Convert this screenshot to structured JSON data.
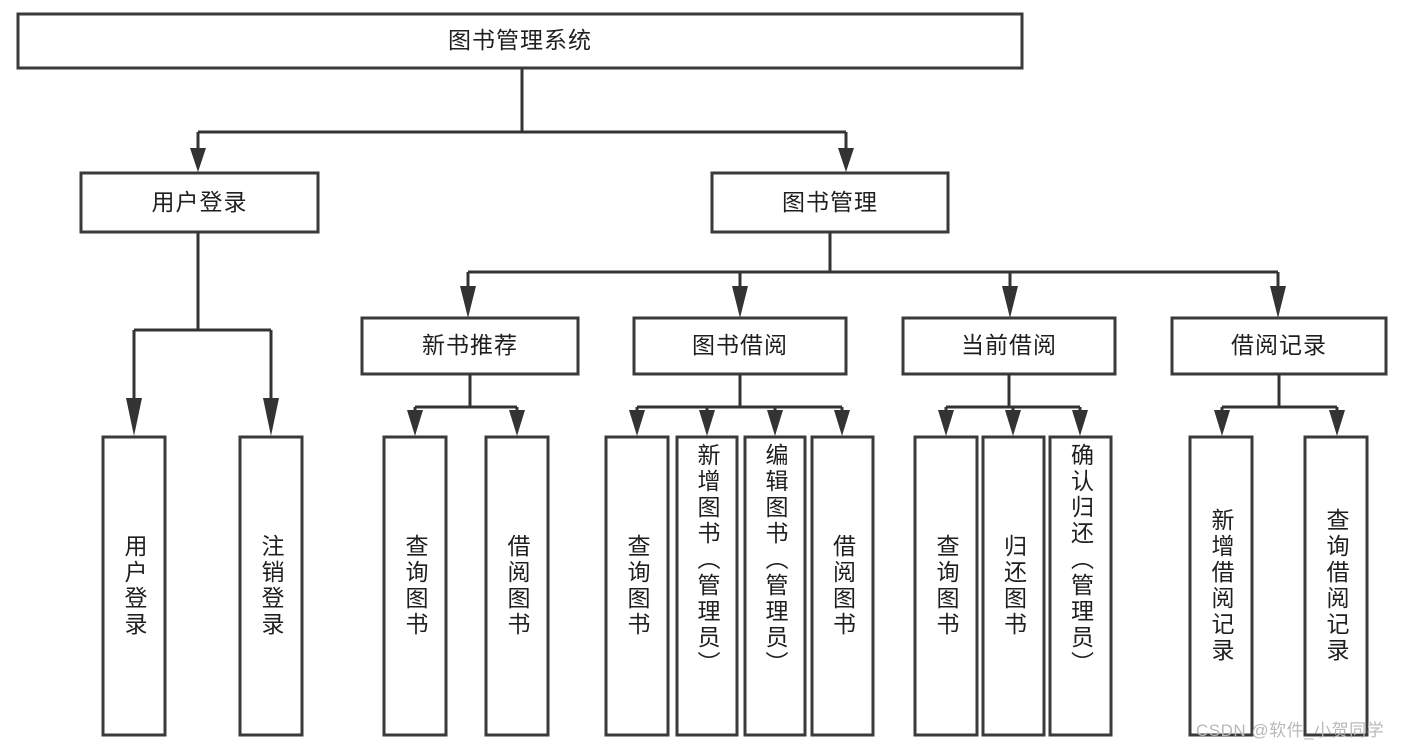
{
  "diagram": {
    "type": "tree-hierarchy-chart",
    "orientation": "top-down",
    "root": {
      "label": "图书管理系统"
    },
    "level2": [
      {
        "label": "用户登录"
      },
      {
        "label": "图书管理"
      }
    ],
    "level3": [
      {
        "label": "新书推荐"
      },
      {
        "label": "图书借阅"
      },
      {
        "label": "当前借阅"
      },
      {
        "label": "借阅记录"
      }
    ],
    "leaves": {
      "user_login": [
        {
          "label": "用户登录"
        },
        {
          "label": "注销登录"
        }
      ],
      "new_book_recommend": [
        {
          "label": "查询图书"
        },
        {
          "label": "借阅图书"
        }
      ],
      "book_borrow": [
        {
          "label": "查询图书"
        },
        {
          "label": "新增图书（管理员）"
        },
        {
          "label": "编辑图书（管理员）"
        },
        {
          "label": "借阅图书"
        }
      ],
      "current_borrow": [
        {
          "label": "查询图书"
        },
        {
          "label": "归还图书"
        },
        {
          "label": "确认归还（管理员）"
        }
      ],
      "borrow_record": [
        {
          "label": "新增借阅记录"
        },
        {
          "label": "查询借阅记录"
        }
      ]
    }
  },
  "watermark": {
    "text": "CSDN @软件_小贺同学"
  },
  "colors": {
    "box_stroke": "#3a3a3a",
    "connector": "#333333",
    "box_fill": "#ffffff",
    "text": "#1f1f1f",
    "watermark": "#b9b9b9",
    "page_background": "#ffffff"
  }
}
